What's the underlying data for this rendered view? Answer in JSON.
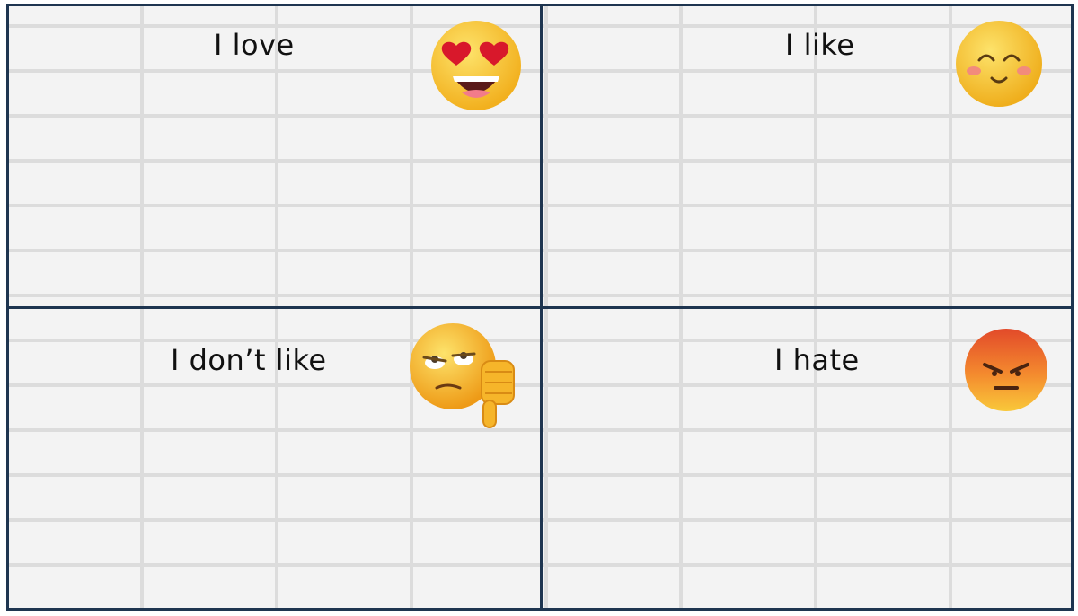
{
  "quadrants": {
    "love": {
      "label": "I love",
      "icon": "heart-eyes-emoji-icon"
    },
    "like": {
      "label": "I like",
      "icon": "smiling-emoji-icon"
    },
    "dislike": {
      "label": "I don’t like",
      "icon": "thumbs-down-eye-roll-emoji-icon"
    },
    "hate": {
      "label": "I hate",
      "icon": "angry-emoji-icon"
    }
  },
  "colors": {
    "grid_line": "#1e3550",
    "brick_background": "#f3f3f3",
    "emoji_yellow": "#f7c531",
    "angry_red": "#e24a2a",
    "heart_red": "#d8182b"
  }
}
